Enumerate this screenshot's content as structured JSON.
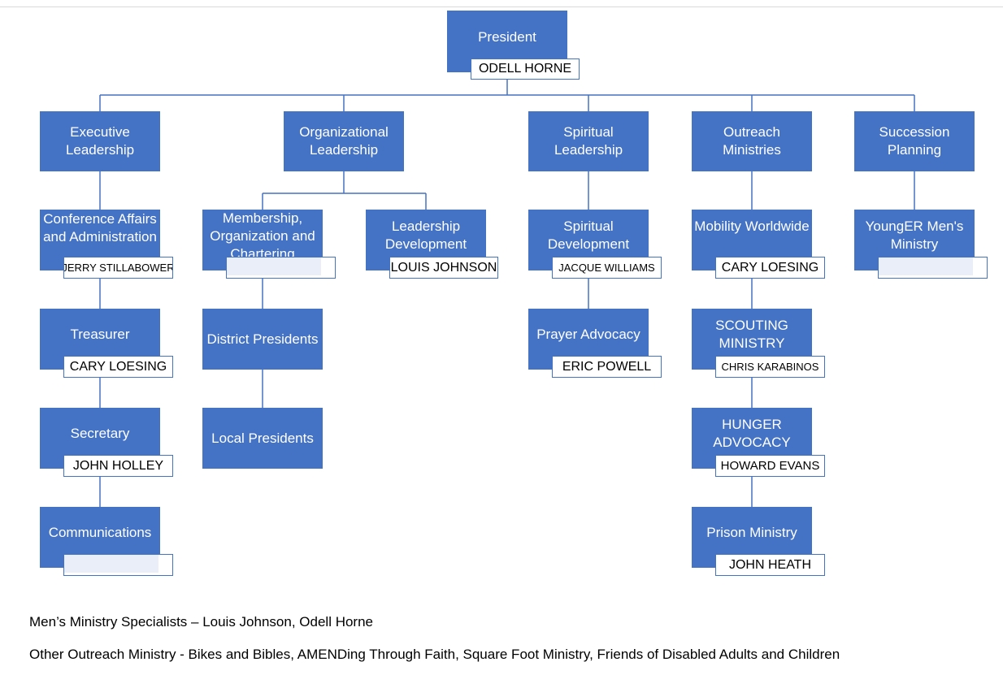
{
  "colors": {
    "box_fill": "#4472c4",
    "box_text": "#ffffff",
    "name_border": "#4472c4",
    "connector": "#4472c4"
  },
  "president": {
    "title": "President",
    "name": "ODELL HORNE"
  },
  "executive": {
    "title": "Executive Leadership"
  },
  "organizational": {
    "title": "Organizational Leadership"
  },
  "spiritual": {
    "title": "Spiritual Leadership"
  },
  "outreach": {
    "title": "Outreach Ministries"
  },
  "succession": {
    "title": "Succession Planning"
  },
  "conference": {
    "title": "Conference Affairs and Administration",
    "name": "JERRY STILLABOWER"
  },
  "treasurer": {
    "title": "Treasurer",
    "name": "CARY LOESING"
  },
  "secretary": {
    "title": "Secretary",
    "name": "JOHN HOLLEY"
  },
  "communications": {
    "title": "Communications",
    "name": ""
  },
  "membership": {
    "title": "Membership, Organization and Chartering",
    "name": ""
  },
  "leadership_dev": {
    "title": "Leadership Development",
    "name": "LOUIS JOHNSON"
  },
  "district": {
    "title": "District Presidents"
  },
  "local": {
    "title": "Local Presidents"
  },
  "spiritual_dev": {
    "title": "Spiritual Development",
    "name": "JACQUE WILLIAMS"
  },
  "prayer": {
    "title": "Prayer Advocacy",
    "name": "ERIC POWELL"
  },
  "mobility": {
    "title": "Mobility Worldwide",
    "name": "CARY LOESING"
  },
  "scouting": {
    "title": "SCOUTING MINISTRY",
    "name": "CHRIS KARABINOS"
  },
  "hunger": {
    "title": "HUNGER ADVOCACY",
    "name": "HOWARD EVANS"
  },
  "prison": {
    "title": "Prison Ministry",
    "name": "JOHN HEATH"
  },
  "younger": {
    "title": "YoungER Men's Ministry",
    "name": ""
  },
  "notes": {
    "specialists": "Men’s Ministry Specialists – Louis Johnson, Odell Horne",
    "other_outreach": "Other Outreach Ministry - Bikes and Bibles, AMENDing Through Faith, Square Foot Ministry, Friends of Disabled Adults and Children"
  }
}
